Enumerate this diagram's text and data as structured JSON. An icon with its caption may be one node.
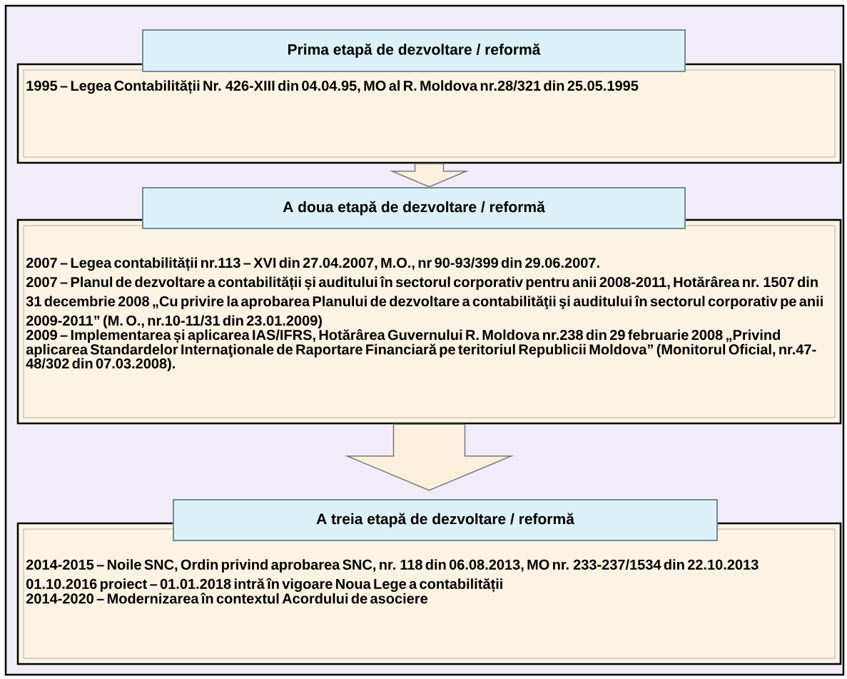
{
  "diagram": {
    "nodes": [
      {
        "text": [
          "Prima etapă de dezvoltare / reformă",
          "1995 – Legea Contabilității Nr. 426-XIII din 04.04.95, MO al R. Moldova nr.28/321 din 25.05.1995"
        ]
      },
      {
        "text": [
          "A doua etapă de dezvoltare / reformă",
          "2007 – Legea contabilității nr.113 – XVI din 27.04.2007, M.O., nr 90-93/399 din 29.06.2007.",
          "2007 – Planul de dezvoltare a contabilității și auditului în sectorul corporativ pentru anii 2008-2011, Hotărârea nr. 1507 din 31 decembrie 2008 „Cu privire la aprobarea Planului de dezvoltare a contabilităţii şi auditului în sectorul corporativ pe anii 2009-2011” (M. O., nr.10-11/31 din 23.01.2009)",
          "2009 – Implementarea și aplicarea IAS/IFRS, Hotărârea Guvernului R. Moldova nr.238 din 29 februarie 2008 „Privind aplicarea Standardelor Internaţionale de Raportare Financiară pe teritoriul Republicii Moldova” (Monitorul Oficial, nr.47-48/302 din 07.03.2008)."
        ]
      },
      {
        "text": [
          "A treia etapă de dezvoltare / reformă",
          "2014-2015 – Noile SNC, Ordin privind aprobarea SNC, nr. 118 din 06.08.2013, MO nr. 233-237/1534 din 22.10.2013",
          "01.10.2016 proiect – 01.01.2018 intră în vigoare Noua Lege a contabilității",
          "2014-2020 – Modernizarea în contextul Acordului de asociere"
        ]
      }
    ],
    "edges": [
      {
        "from": 0,
        "to": 1,
        "arrow": "to"
      },
      {
        "from": 1,
        "to": 2,
        "arrow": "to"
      }
    ]
  }
}
